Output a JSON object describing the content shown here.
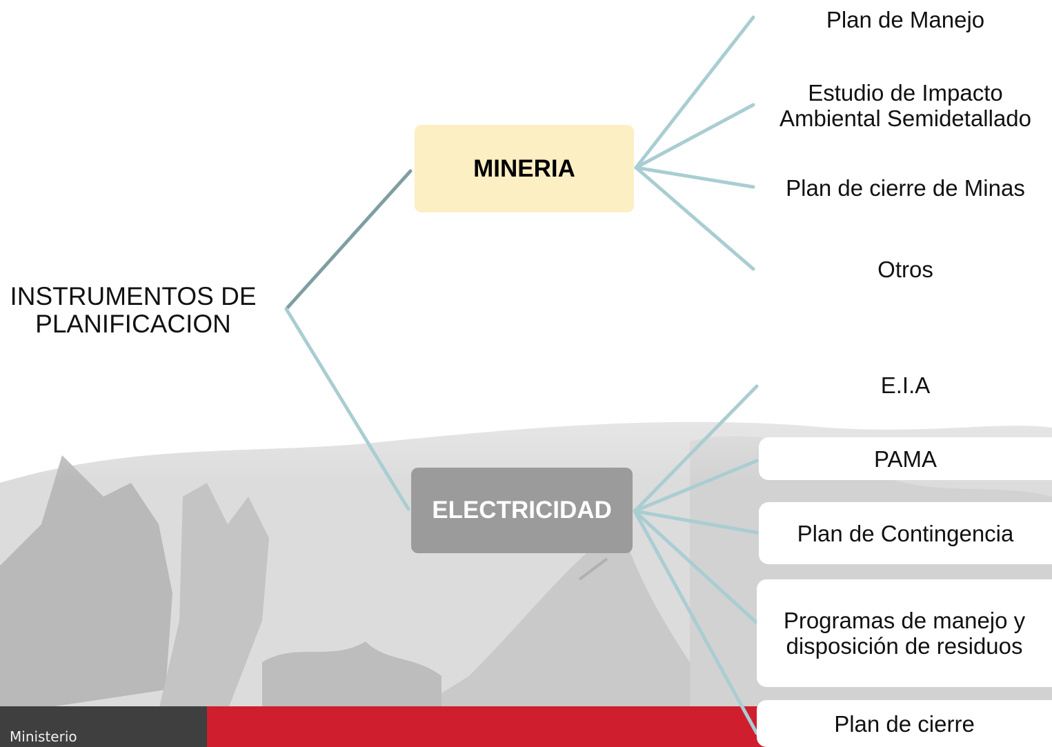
{
  "diagram": {
    "root": "INSTRUMENTOS DE PLANIFICACION",
    "branches": [
      {
        "label": "MINERIA",
        "children": [
          "Plan de Manejo",
          "Estudio de Impacto Ambiental Semidetallado",
          "Plan de cierre de Minas",
          "Otros"
        ]
      },
      {
        "label": "ELECTRICIDAD",
        "children": [
          "E.I.A",
          "PAMA",
          "Plan de Contingencia",
          "Programas de manejo y disposición de residuos",
          "Plan de cierre"
        ]
      }
    ]
  },
  "footer": {
    "ministry_label": "Ministerio"
  },
  "colors": {
    "mineria_fill": "#fcefc4",
    "electricidad_fill": "#9b9b9b",
    "connector": "#a9cdd2",
    "footer_dark": "#3f3f3f",
    "footer_red": "#cf1f2e"
  },
  "icons": {
    "background": "llama-landscape-photo"
  }
}
